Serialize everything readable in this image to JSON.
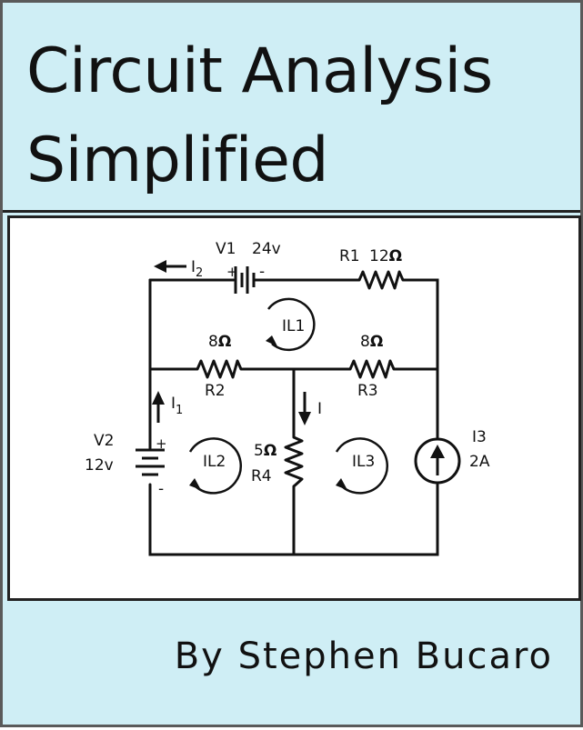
{
  "cover": {
    "title_line1": "Circuit Analysis",
    "title_line2": "Simplified",
    "author": "By Stephen Bucaro"
  },
  "diagram": {
    "components": {
      "v1": {
        "name": "V1",
        "value": "24v",
        "plus": "+",
        "minus": "-"
      },
      "v2": {
        "name": "V2",
        "value": "12v",
        "plus": "+",
        "minus": "-"
      },
      "r1": {
        "name": "R1",
        "value": "12",
        "unit": "Ω"
      },
      "r2": {
        "name": "R2",
        "value": "8",
        "unit": "Ω"
      },
      "r3": {
        "name": "R3",
        "value": "8",
        "unit": "Ω"
      },
      "r4": {
        "name": "R4",
        "value": "5",
        "unit": "Ω"
      },
      "i3": {
        "name": "I3",
        "value": "2A"
      }
    },
    "currents": {
      "i1": {
        "symbol": "I",
        "subscript": "1"
      },
      "i2": {
        "symbol": "I",
        "subscript": "2"
      },
      "i": {
        "symbol": "I"
      }
    },
    "loops": {
      "il1": "IL1",
      "il2": "IL2",
      "il3": "IL3"
    },
    "icons": [
      "battery-icon",
      "resistor-icon",
      "current-source-icon",
      "current-arrow-icon",
      "loop-arrow-icon"
    ]
  }
}
